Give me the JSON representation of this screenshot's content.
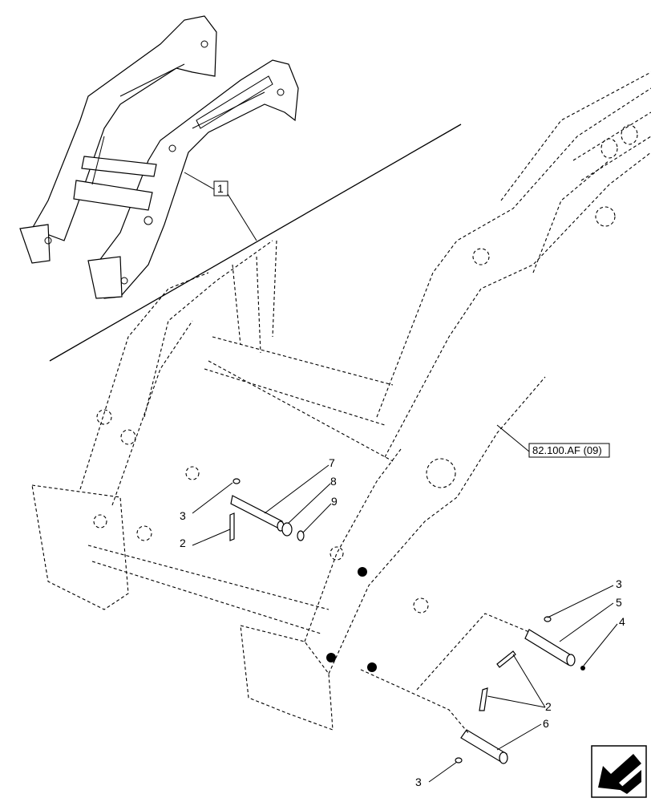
{
  "diagram": {
    "inset_callout": "1",
    "reference_box": "82.100.AF (09)",
    "callouts": [
      {
        "id": "c7",
        "text": "7"
      },
      {
        "id": "c8",
        "text": "8"
      },
      {
        "id": "c9",
        "text": "9"
      },
      {
        "id": "c3a",
        "text": "3"
      },
      {
        "id": "c2a",
        "text": "2"
      },
      {
        "id": "c3b",
        "text": "3"
      },
      {
        "id": "c5",
        "text": "5"
      },
      {
        "id": "c4",
        "text": "4"
      },
      {
        "id": "c2b",
        "text": "2"
      },
      {
        "id": "c6",
        "text": "6"
      },
      {
        "id": "c3c",
        "text": "3"
      }
    ],
    "nav_icon": "arrow-icon"
  }
}
